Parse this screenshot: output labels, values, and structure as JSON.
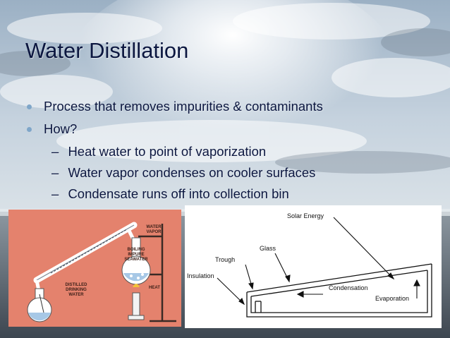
{
  "slide": {
    "title": "Water Distillation",
    "bullets": [
      "Process that removes impurities & contaminants",
      "How?"
    ],
    "sub_bullets": [
      "Heat water to point of vaporization",
      "Water vapor condenses on cooler surfaces",
      "Condensate runs off into collection bin"
    ],
    "dash": "–"
  },
  "diagram_left": {
    "labels": {
      "water_vapor_1": "WATER",
      "water_vapor_2": "VAPOR",
      "boiling_1": "BOILING",
      "boiling_2": "IMPURE",
      "boiling_3": "SEAWATER",
      "heat": "HEAT",
      "distilled_1": "DISTILLED",
      "distilled_2": "DRINKING",
      "distilled_3": "WATER"
    }
  },
  "diagram_right": {
    "labels": {
      "solar_energy": "Solar Energy",
      "glass": "Glass",
      "trough": "Trough",
      "insulation": "Insulation",
      "condensation": "Condensation",
      "evaporation": "Evaporation"
    }
  },
  "colors": {
    "title": "#0c1740",
    "bullet_dot": "#7fa6c9",
    "left_panel_bg": "#e4826d"
  }
}
